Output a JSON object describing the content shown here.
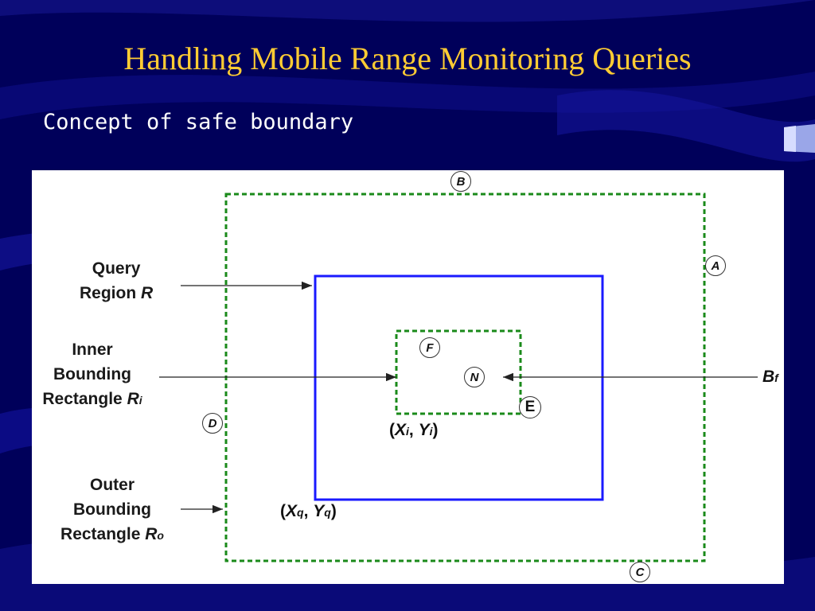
{
  "slide": {
    "title": "Handling Mobile Range Monitoring Queries",
    "subtitle": "Concept of safe boundary"
  },
  "colors": {
    "background": "#00005a",
    "title": "#ffcc33",
    "subtitle": "#ffffff",
    "query_region_border": "#1a1aff",
    "bounding_rect_border": "#1a8a1a"
  },
  "diagram": {
    "labels": {
      "query_region": {
        "line1": "Query",
        "line2_text": "Region ",
        "line2_var": "R"
      },
      "inner_rect": {
        "line1": "Inner",
        "line2": "Bounding",
        "line3_text": "Rectangle ",
        "line3_var": "R",
        "line3_sub": "i"
      },
      "outer_rect": {
        "line1": "Outer",
        "line2": "Bounding",
        "line3_text": "Rectangle ",
        "line3_var": "R",
        "line3_sub": "o"
      }
    },
    "markers": {
      "a": "A",
      "b": "B",
      "c": "C",
      "d": "D",
      "e": "E",
      "f": "F",
      "n": "N"
    },
    "bf": {
      "var": "B",
      "sub": "f"
    },
    "coords": {
      "inner": {
        "open": "(",
        "x": "X",
        "x_sub": "i",
        "sep": ", ",
        "y": "Y",
        "y_sub": "i",
        "close": ")"
      },
      "query": {
        "open": "(",
        "x": "X",
        "x_sub": "q",
        "sep": ", ",
        "y": "Y",
        "y_sub": "q",
        "close": ")"
      }
    }
  }
}
